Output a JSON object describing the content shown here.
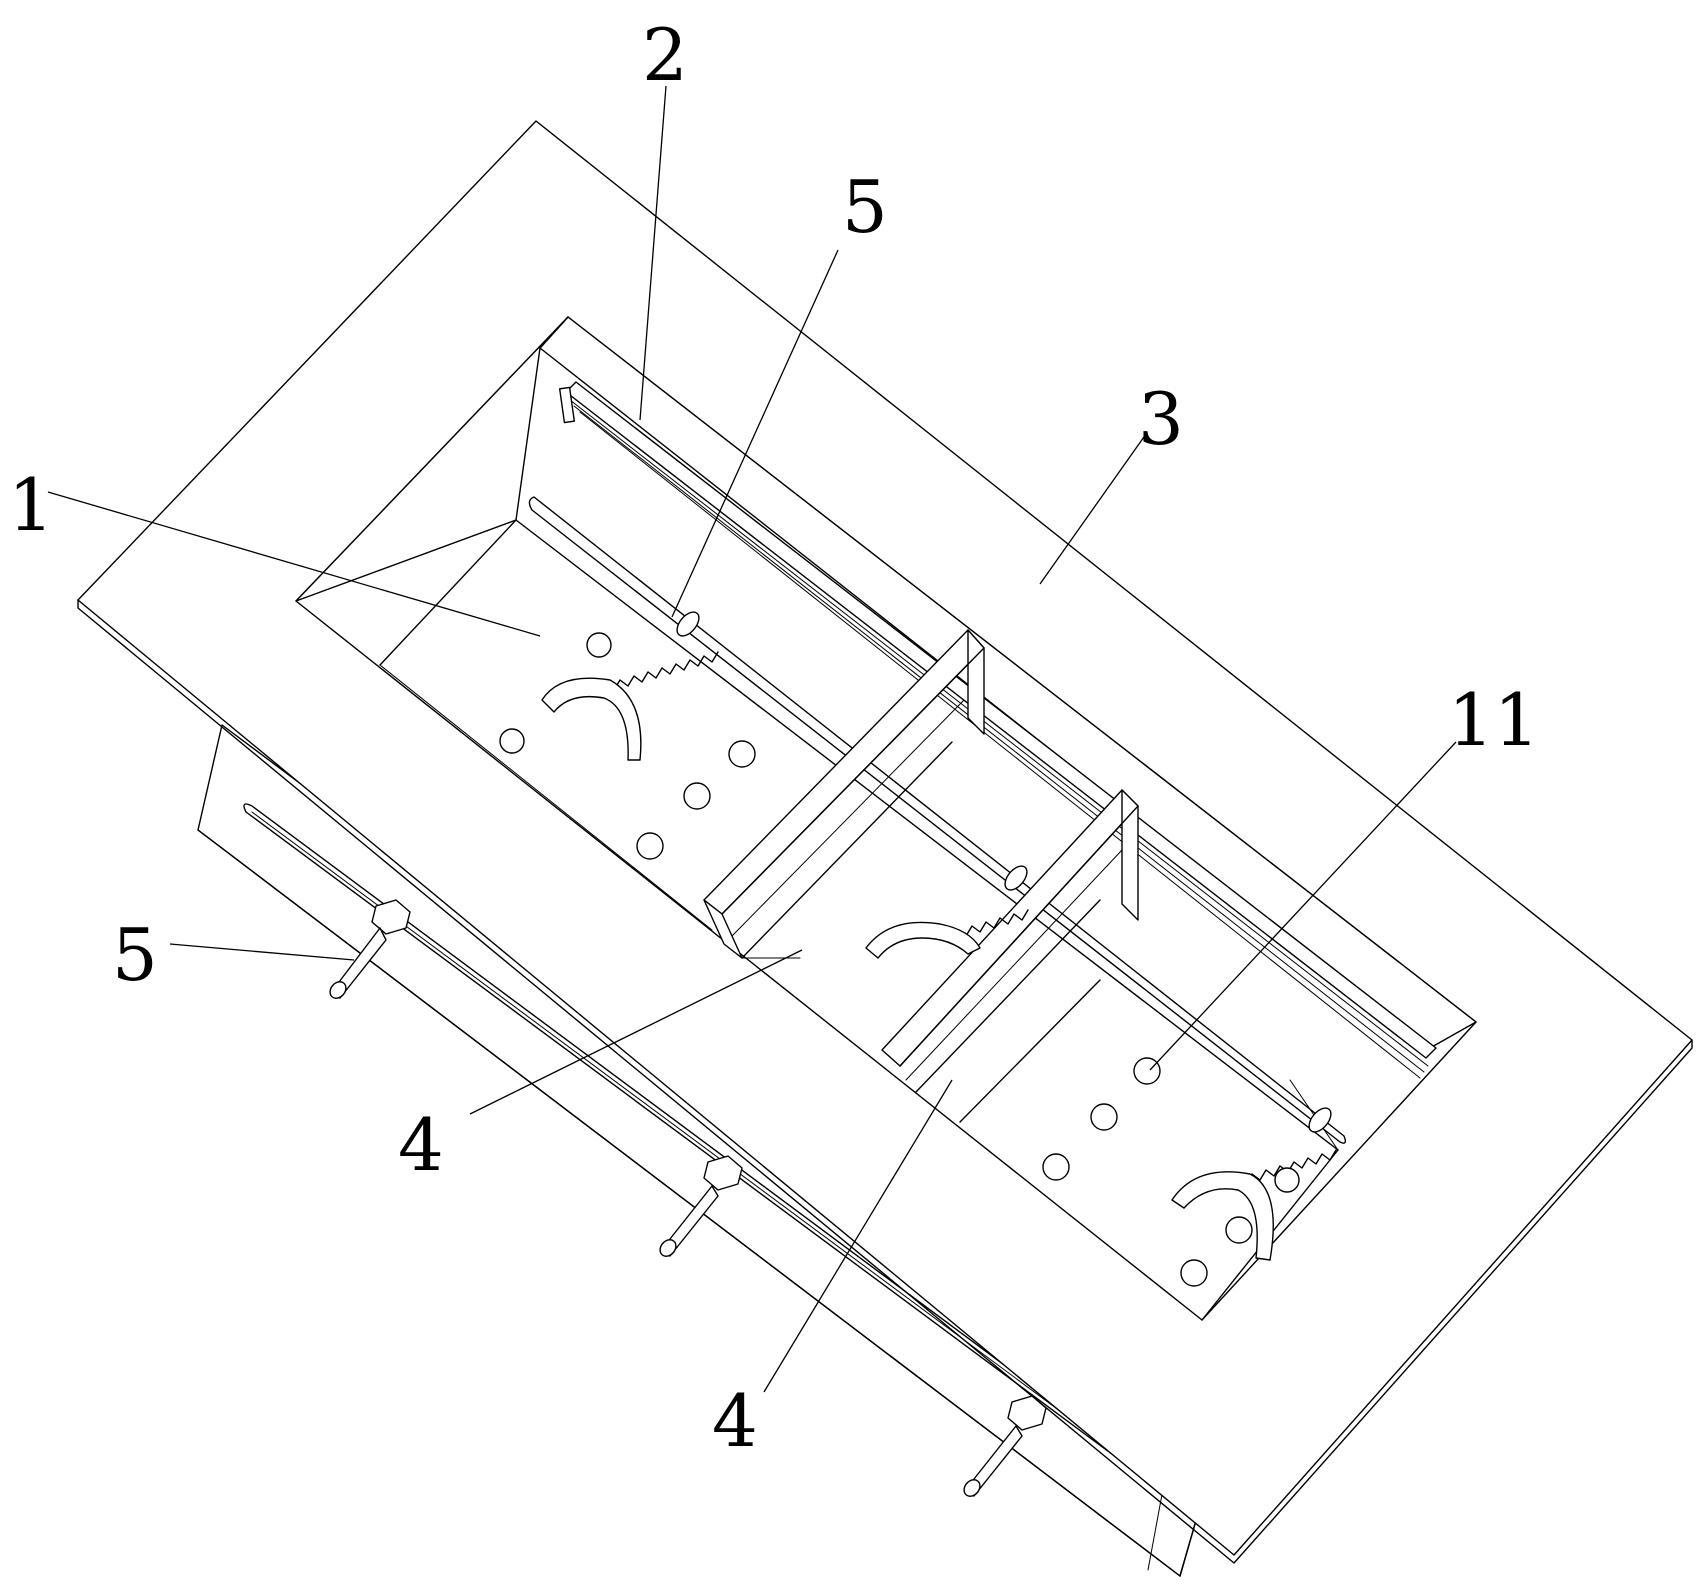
{
  "callouts": [
    {
      "id": "c1",
      "text": "1"
    },
    {
      "id": "c2",
      "text": "2"
    },
    {
      "id": "c3",
      "text": "3"
    },
    {
      "id": "c5-top",
      "text": "5"
    },
    {
      "id": "c11",
      "text": "11"
    },
    {
      "id": "c5-left",
      "text": "5"
    },
    {
      "id": "c4-mid",
      "text": "4"
    },
    {
      "id": "c4-bottom",
      "text": "4"
    }
  ],
  "colors": {
    "line": "#000000",
    "background": "#ffffff"
  }
}
